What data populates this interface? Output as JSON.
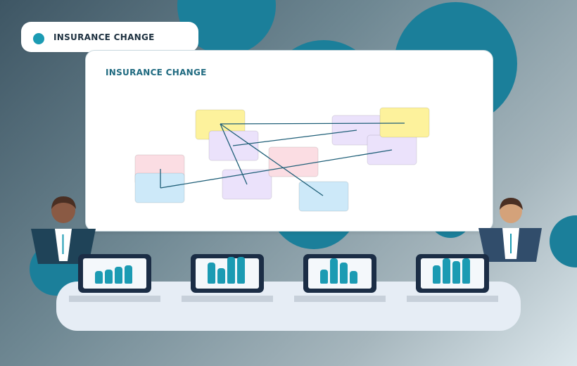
{
  "header": {
    "pill_label": "INSURANCE CHANGE"
  },
  "board": {
    "title": "INSURANCE CHANGE"
  },
  "colors": {
    "accent": "#1b9bb3",
    "circles": "#1b7f9a",
    "laptop": "#1b2d45",
    "note_yellow": "#fdf29c",
    "note_purple": "#ebe2fb",
    "note_pink": "#fbdde3",
    "note_blue": "#cde9f9",
    "connector": "#1f5f78"
  },
  "notes": [
    {
      "id": "note-1",
      "color": "yellow"
    },
    {
      "id": "note-2",
      "color": "purple"
    },
    {
      "id": "note-3",
      "color": "pink"
    },
    {
      "id": "note-4",
      "color": "blue"
    },
    {
      "id": "note-5",
      "color": "purple"
    },
    {
      "id": "note-6",
      "color": "pink"
    },
    {
      "id": "note-7",
      "color": "blue"
    },
    {
      "id": "note-8",
      "color": "purple"
    },
    {
      "id": "note-9",
      "color": "purple"
    },
    {
      "id": "note-10",
      "color": "yellow"
    }
  ],
  "laptops": [
    {
      "bars": [
        0.45,
        0.5,
        0.6,
        0.65
      ]
    },
    {
      "bars": [
        0.75,
        0.55,
        0.95,
        0.95
      ]
    },
    {
      "bars": [
        0.5,
        0.9,
        0.75,
        0.45
      ]
    },
    {
      "bars": [
        0.65,
        0.9,
        0.8,
        0.9
      ]
    }
  ],
  "icons": {
    "pill_dot": "status-dot-icon",
    "person_left": "presenter-left-icon",
    "person_right": "presenter-right-icon"
  }
}
